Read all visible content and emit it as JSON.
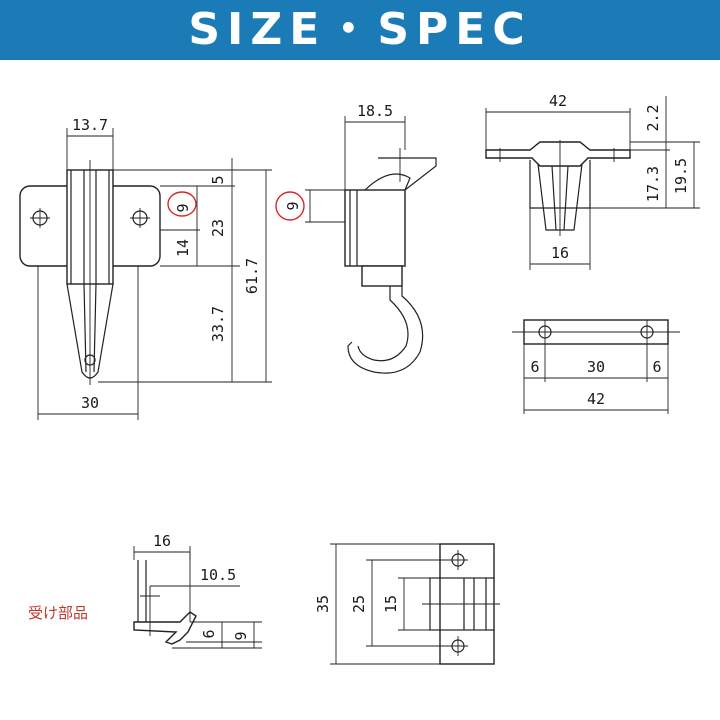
{
  "header": {
    "title": "SIZE・SPEC"
  },
  "front_view": {
    "width_top": "13.7",
    "dim_5": "5",
    "dim_9": "9",
    "dim_14": "14",
    "dim_23": "23",
    "dim_33_7": "33.7",
    "dim_61_7": "61.7",
    "width_base": "30"
  },
  "side_view": {
    "width": "18.5",
    "dim_9": "9"
  },
  "top_view": {
    "width": "42",
    "dim_2_2": "2.2",
    "dim_17_3": "17.3",
    "dim_19_5": "19.5",
    "dim_16": "16"
  },
  "plate_view": {
    "dim_left": "6",
    "dim_mid": "30",
    "dim_right": "6",
    "dim_total": "42"
  },
  "receiver_side": {
    "label": "受け部品",
    "width": "16",
    "dim_10_5": "10.5",
    "dim_6": "6",
    "dim_9": "9"
  },
  "receiver_front": {
    "dim_35": "35",
    "dim_25": "25",
    "dim_15": "15"
  },
  "colors": {
    "banner": "#1b7bb6",
    "highlight": "#d62828"
  }
}
